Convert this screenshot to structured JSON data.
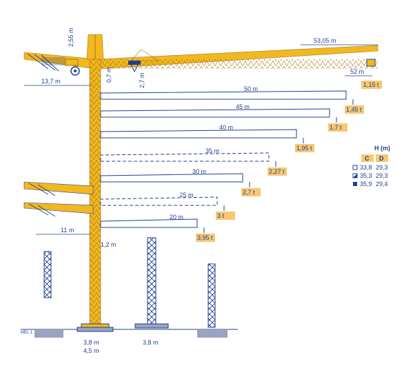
{
  "dimensions": {
    "counter_jib_length": "13,7 m",
    "max_jib_length": "53,05 m",
    "jib_52": "52 m",
    "tower_head_height": "2,55 m",
    "jib_height_a": "0,7 m",
    "jib_height_b": "2,7 m",
    "tower_offset": "1,2 m",
    "counter_jib_small": "11 m",
    "base_a_c": "3,8 m",
    "base_a_d": "4,5 m",
    "base_b": "3,8 m",
    "tip_load": "1,15 t"
  },
  "jib_configs": [
    {
      "length": "50 m",
      "load": "1,45 t",
      "dashed": false
    },
    {
      "length": "45 m",
      "load": "1,7 t",
      "dashed": false
    },
    {
      "length": "40 m",
      "load": "1,95 t",
      "dashed": false
    },
    {
      "length": "35 m",
      "load": "2,27 t",
      "dashed": true
    },
    {
      "length": "30 m",
      "load": "2,7 t",
      "dashed": false
    },
    {
      "length": "25 m",
      "load": "3 t",
      "dashed": true
    },
    {
      "length": "20 m",
      "load": "3,95 t",
      "dashed": false
    }
  ],
  "height_table": {
    "title": "H (m)",
    "col_c": "C",
    "col_d": "D",
    "rows": [
      {
        "symbol": "open-square",
        "c": "33,8",
        "d": "29,3"
      },
      {
        "symbol": "half-square",
        "c": "35,3",
        "d": "29,3"
      },
      {
        "symbol": "filled-square",
        "c": "35,9",
        "d": "29,4"
      }
    ]
  },
  "ground_label": "MEL 1",
  "colors": {
    "crane": "#f2b81f",
    "line": "#1f3f8f",
    "label_bg": "#f7c873",
    "ground": "#9aa3bf"
  }
}
